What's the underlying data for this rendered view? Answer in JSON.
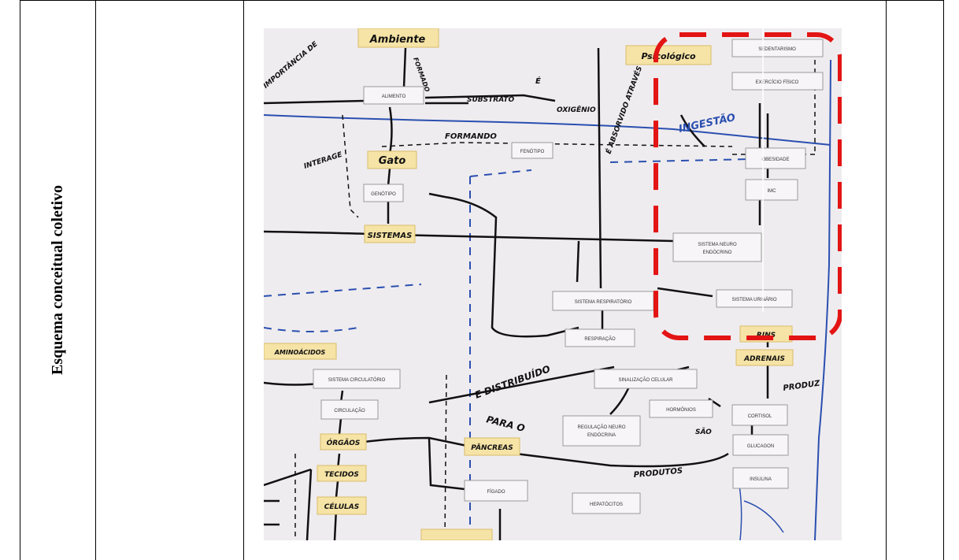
{
  "table": {
    "row_label": "Esquema conceitual coletivo"
  },
  "figure": {
    "cards": {
      "alimento": "ALIMENTO",
      "genotipo": "GENÓTIPO",
      "fenotipo": "FENÓTIPO",
      "sedentarismo": "SEDENTARISMO",
      "exercicio": "EXERCÍCIO FÍSICO",
      "obesidade": "OBESIDADE",
      "imc": "IMC",
      "neuro1": "SISTEMA NEURO",
      "neuro2": "ENDÓCRINO",
      "urinario": "SISTEMA URINÁRIO",
      "respiratorio": "SISTEMA RESPIRATÓRIO",
      "respiracao": "RESPIRAÇÃO",
      "sinalizacao": "SINALIZAÇÃO CELULAR",
      "circulatorio": "SISTEMA CIRCULATÓRIO",
      "circulacao": "CIRCULAÇÃO",
      "regulacao1": "REGULAÇÃO NEURO",
      "regulacao2": "ENDÓCRINA",
      "hormonios": "HORMÔNIOS",
      "cortisol": "CORTISOL",
      "glucagon": "GLUCAGON",
      "insulina": "INSULINA",
      "figado": "FÍGADO",
      "hepatocitos": "HEPATÓCITOS"
    },
    "notes": {
      "ambiente": "Ambiente",
      "gato": "Gato",
      "sistemas": "SISTEMAS",
      "aminoacidos": "AMINOÁCIDOS",
      "orgaos": "ÓRGÃOS",
      "tecidos": "TECIDOS",
      "celulas": "CÉLULAS",
      "pancreas": "PÂNCREAS",
      "psicologico": "Psicológico",
      "rins": "RINS",
      "adrenais": "ADRENAIS"
    },
    "handwriting": {
      "substrato": "SUBSTRATO",
      "oxigenio": "OXIGÊNIO",
      "formando": "FORMANDO",
      "interage": "INTERAGE",
      "ingestao": "INGESTÃO",
      "e_absorvido": "É ABSORVIDO ATRAVÉS",
      "e_distribuido": "E DISTRIBUÍDO",
      "para_o": "PARA O",
      "produz": "PRODUZ",
      "produtos": "PRODUTOS",
      "sao": "SÃO",
      "formado": "FORMADO",
      "e": "É",
      "importancia": "IMPORTÂNCIA DE"
    }
  }
}
